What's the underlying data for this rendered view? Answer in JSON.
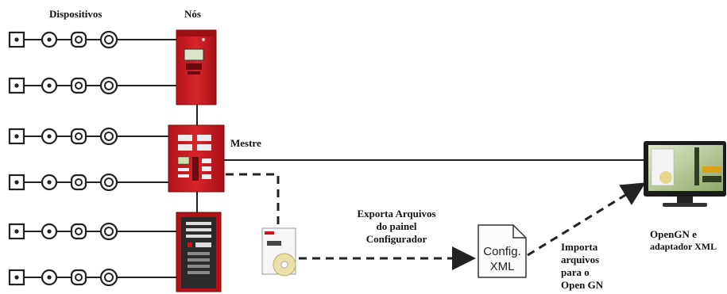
{
  "header": {
    "devices_label": "Dispositivos",
    "nodes_label": "Nós"
  },
  "labels": {
    "master": "Mestre",
    "export_line1": "Exporta Arquivos",
    "export_line2": "do painel",
    "export_line3": "Configurador",
    "config_xml_line1": "Config.",
    "config_xml_line2": "XML",
    "import_line1": "Importa",
    "import_line2": "arquivos",
    "import_line3": "para o",
    "import_line4": "Open GN",
    "opengn_line1": "OpenGN e",
    "opengn_line2": "adaptador XML"
  },
  "colors": {
    "panel_red": "#c8141c",
    "panel_dark_red": "#8e0e12",
    "line": "#222222",
    "device_stroke": "#222222"
  },
  "icons": [
    "square-dot-device-icon",
    "circle-dot-device-icon",
    "rounded-square-device-icon",
    "ring-device-icon",
    "cd-case-icon",
    "document-icon",
    "monitor-icon"
  ]
}
